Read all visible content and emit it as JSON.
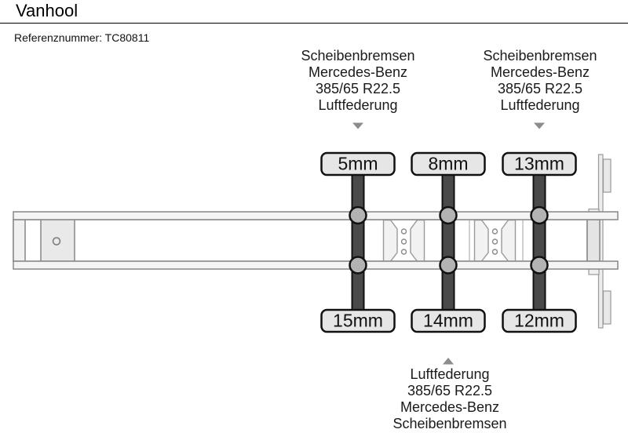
{
  "header": {
    "title": "Vanhool",
    "reference_label": "Referenznummer: TC80811"
  },
  "annotations": {
    "axle1_top": {
      "lines": [
        "Scheibenbremsen",
        "Mercedes-Benz",
        "385/65 R22.5",
        "Luftfederung"
      ]
    },
    "axle3_top": {
      "lines": [
        "Scheibenbremsen",
        "Mercedes-Benz",
        "385/65 R22.5",
        "Luftfederung"
      ]
    },
    "axle2_bottom": {
      "lines": [
        "Luftfederung",
        "385/65 R22.5",
        "Mercedes-Benz",
        "Scheibenbremsen"
      ]
    }
  },
  "axles": [
    {
      "name": "axle-1",
      "top_tread": "5mm",
      "bottom_tread": "15mm"
    },
    {
      "name": "axle-2",
      "top_tread": "8mm",
      "bottom_tread": "14mm"
    },
    {
      "name": "axle-3",
      "top_tread": "13mm",
      "bottom_tread": "12mm"
    }
  ],
  "colors": {
    "box_fill": "#e6e6e6",
    "bar_fill": "#4a4a4a",
    "hub_fill": "#b3b3b3",
    "chassis_stroke": "#878787",
    "rail_fill": "#f4f4f4",
    "plate_fill": "#ededed",
    "bracket_fill": "#f2f2f2",
    "triangle": "#8c8c8c",
    "text": "#111111"
  }
}
